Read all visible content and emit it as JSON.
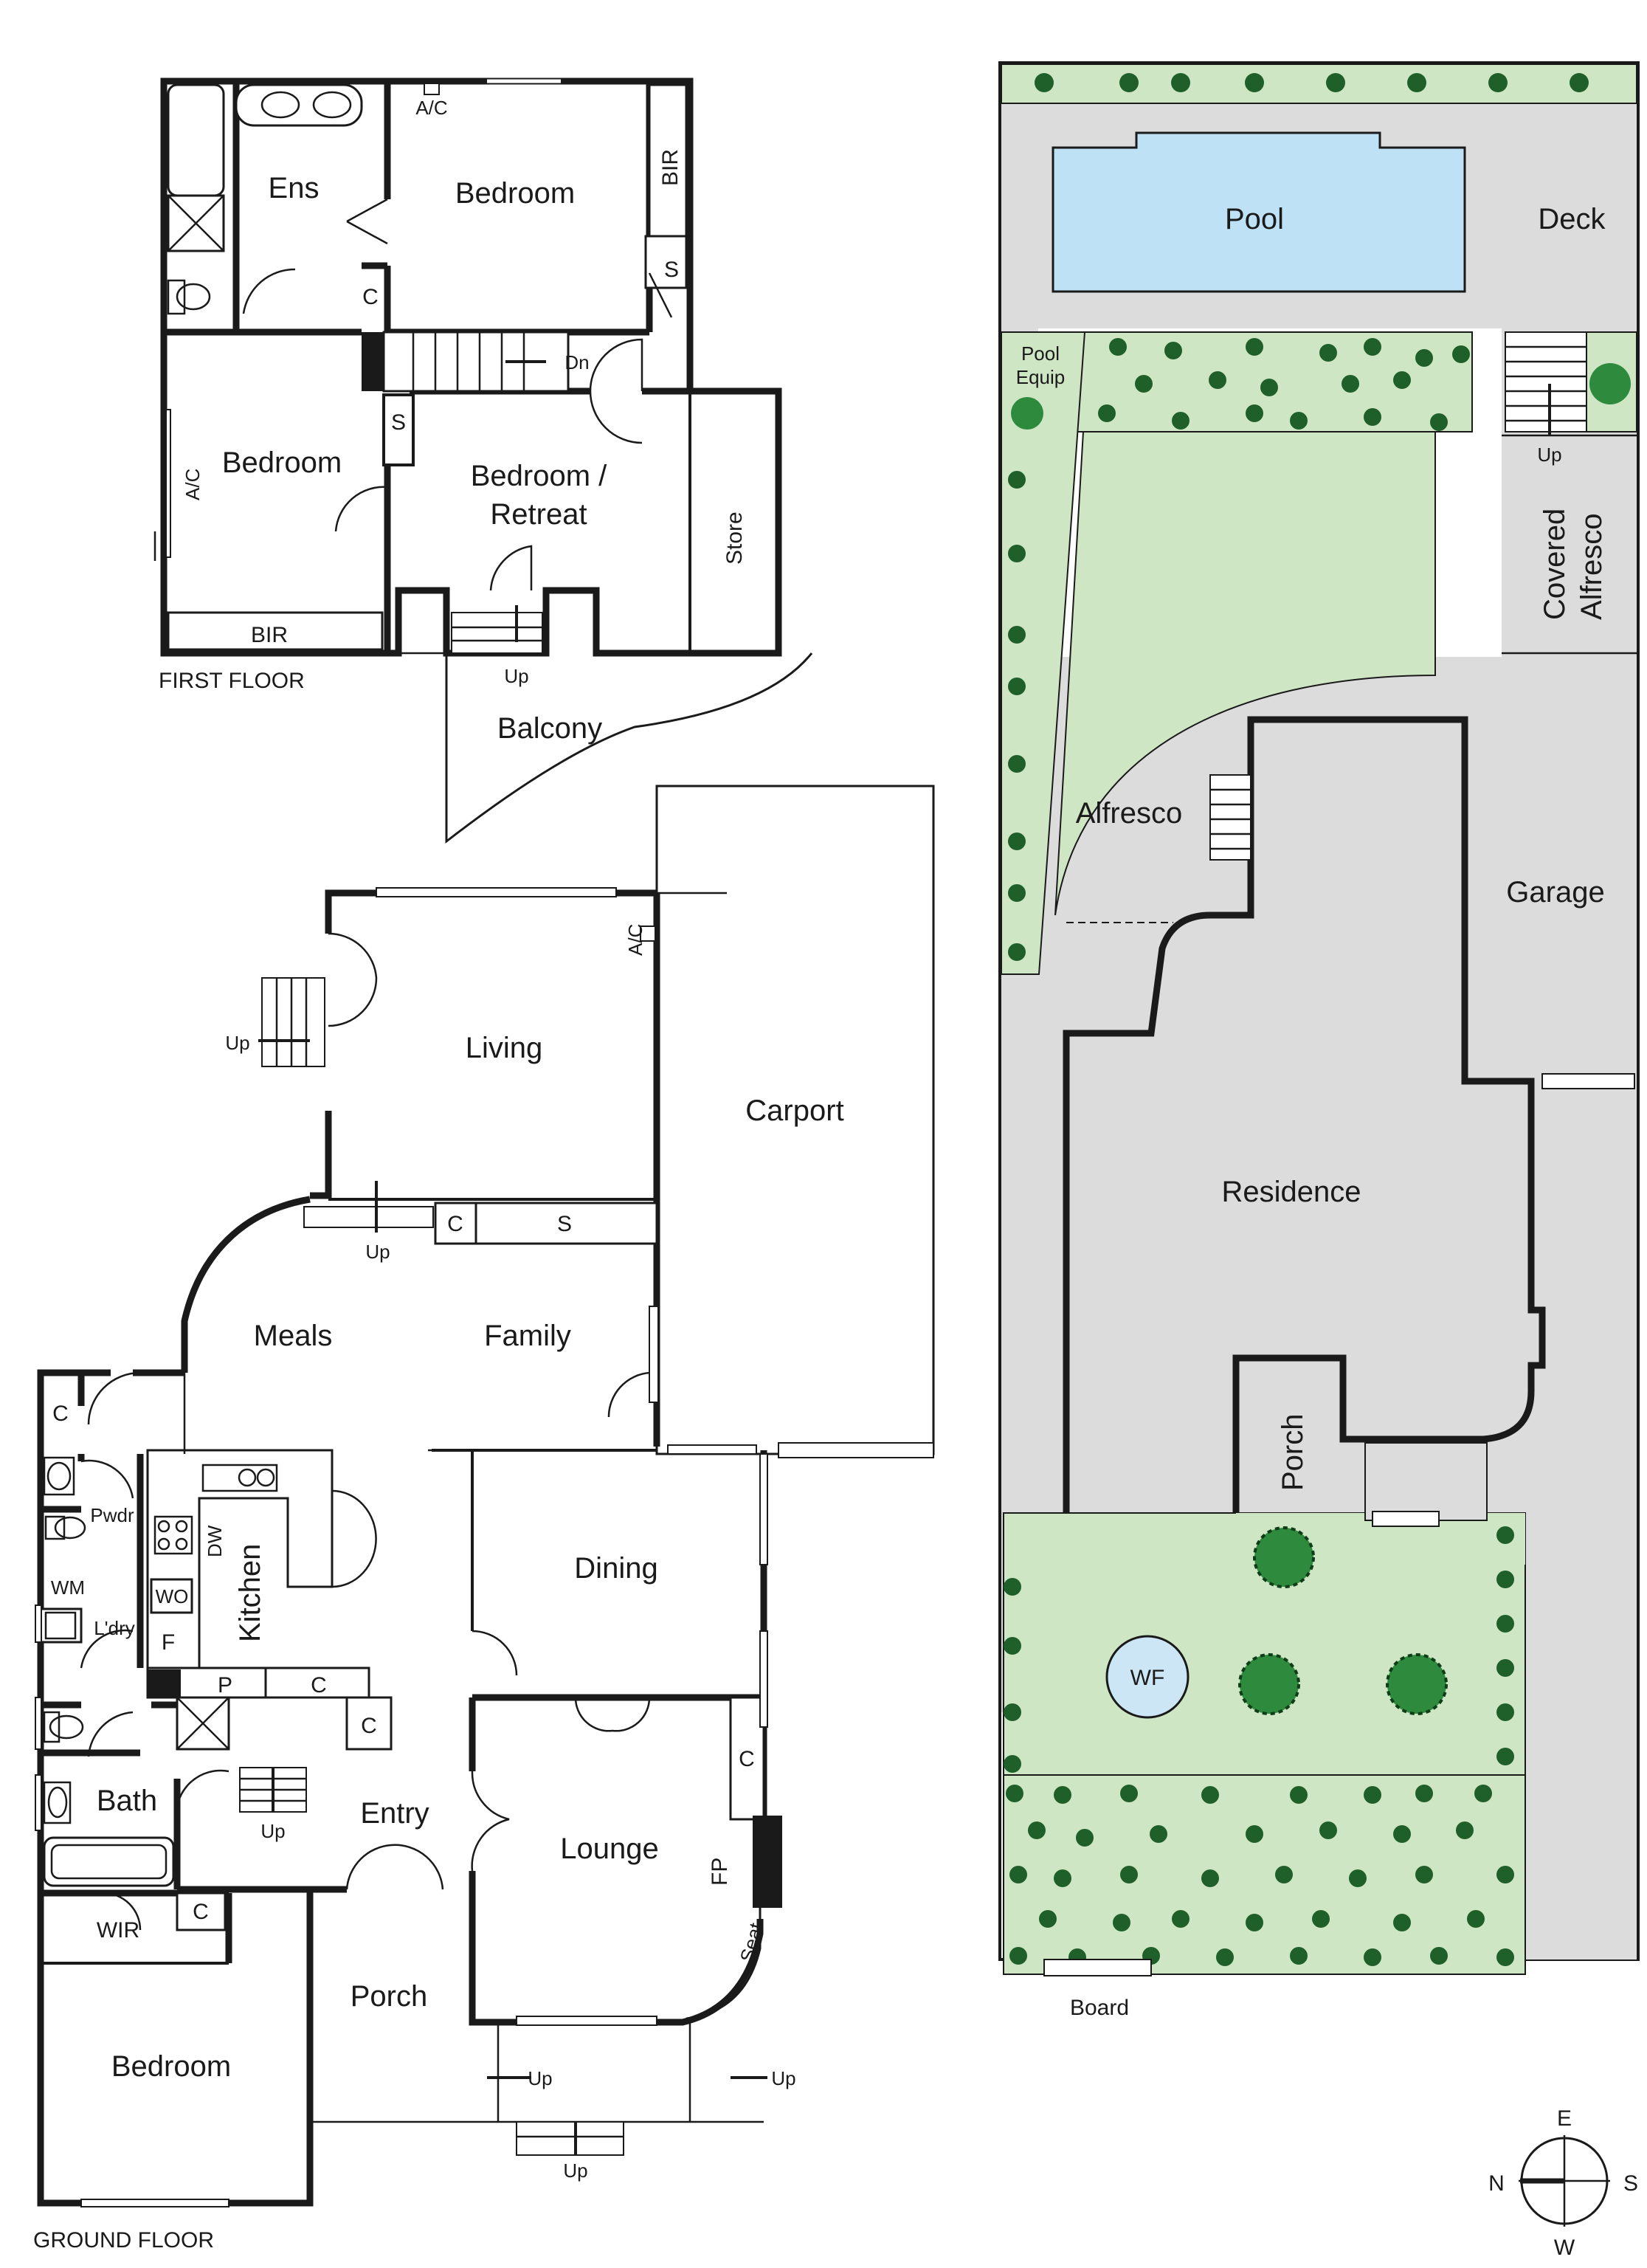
{
  "labels": {
    "first_floor": "FIRST FLOOR",
    "ground_floor": "GROUND FLOOR",
    "ff_ens": "Ens",
    "ff_bedroom_main": "Bedroom",
    "ff_bir_right": "BIR",
    "ff_s_right": "S",
    "ff_c": "C",
    "ff_ac_top": "A/C",
    "ff_dn": "Dn",
    "ff_bedroom_left": "Bedroom",
    "ff_ac_left": "A/C",
    "ff_s_left": "S",
    "ff_bedroom_retreat_1": "Bedroom /",
    "ff_bedroom_retreat_2": "Retreat",
    "ff_store": "Store",
    "ff_bir_bottom": "BIR",
    "ff_up": "Up",
    "ff_balcony": "Balcony",
    "gf_living": "Living",
    "gf_ac": "A/C",
    "gf_up_living": "Up",
    "gf_carport": "Carport",
    "gf_up_meals": "Up",
    "gf_c_meals": "C",
    "gf_s_meals": "S",
    "gf_meals": "Meals",
    "gf_family": "Family",
    "gf_c_left": "C",
    "gf_pwdr": "Pwdr",
    "gf_wm": "WM",
    "gf_ldry": "L'dry",
    "gf_dw": "DW",
    "gf_wo": "WO",
    "gf_kitchen": "Kitchen",
    "gf_f": "F",
    "gf_p": "P",
    "gf_c_pantry": "C",
    "gf_c_entry": "C",
    "gf_dining": "Dining",
    "gf_c_lounge": "C",
    "gf_bath": "Bath",
    "gf_up_entry": "Up",
    "gf_entry": "Entry",
    "gf_lounge": "Lounge",
    "gf_fp": "FP",
    "gf_seat": "Seat",
    "gf_wir": "WIR",
    "gf_c_wir": "C",
    "gf_porch": "Porch",
    "gf_bedroom": "Bedroom",
    "gf_up_left": "Up",
    "gf_up_right": "Up",
    "gf_up_bottom": "Up",
    "site_pool": "Pool",
    "site_deck": "Deck",
    "site_pool_equip_1": "Pool",
    "site_pool_equip_2": "Equip",
    "site_up": "Up",
    "site_covered_1": "Covered",
    "site_covered_2": "Alfresco",
    "site_alfresco": "Alfresco",
    "site_garage": "Garage",
    "site_residence": "Residence",
    "site_porch": "Porch",
    "site_wf": "WF",
    "site_board": "Board",
    "compass_n": "N",
    "compass_e": "E",
    "compass_s": "S",
    "compass_w": "W"
  },
  "colors": {
    "wall": "#1a1a1a",
    "lawn": "#cfe6c4",
    "garden": "#dcebd4",
    "paving": "#dcdcdc",
    "pool": "#bfe1f5",
    "wf_pond": "#cde6f6",
    "shrub": "#1f5f2a",
    "tree": "#2e8b3e"
  },
  "icons": [
    "compass-icon",
    "tree-icon",
    "shrub-icon",
    "bathtub-icon",
    "toilet-icon",
    "cooktop-icon",
    "stair-icon",
    "door-swing-icon"
  ]
}
